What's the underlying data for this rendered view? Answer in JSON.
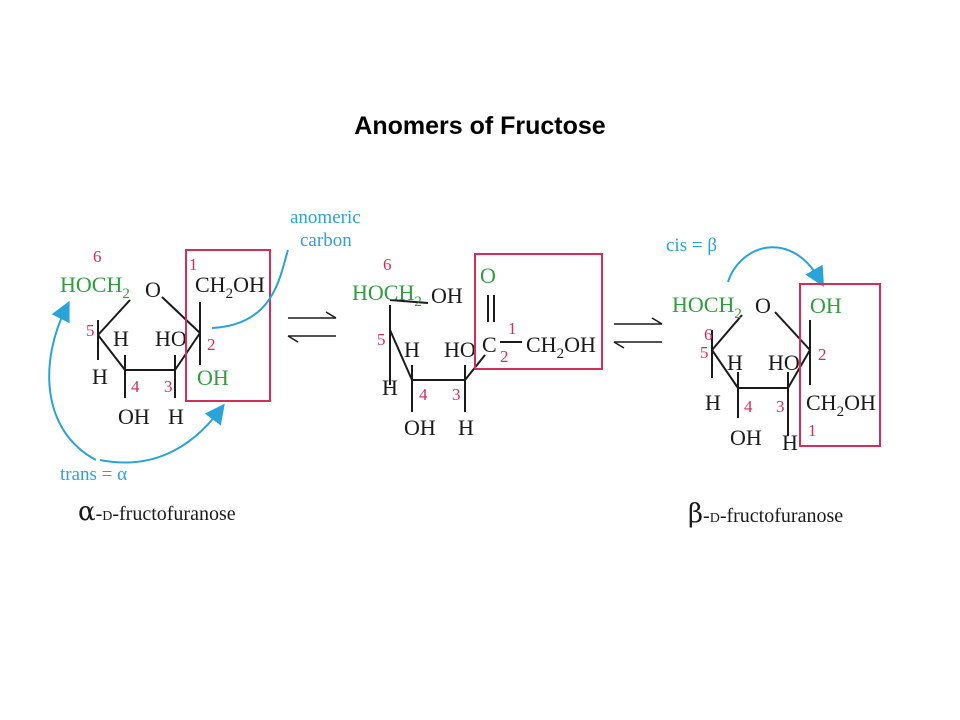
{
  "title": "Anomers of Fructose",
  "colors": {
    "green": "#2e9e3e",
    "red": "#d42d5a",
    "cyan": "#2aa3d8",
    "black": "#1a1a1a"
  },
  "labels": {
    "hoch": "HOCH",
    "sub2": "2",
    "o": "O",
    "ch2oh": "CH",
    "oh_tail": "OH",
    "oh": "OH",
    "h": "H",
    "ho": "HO",
    "c": "C"
  },
  "numbers": {
    "n1": "1",
    "n2": "2",
    "n3": "3",
    "n4": "4",
    "n5": "5",
    "n6": "6"
  },
  "annotations": {
    "anomeric_line1": "anomeric",
    "anomeric_line2": "carbon",
    "trans_prefix": "trans = ",
    "trans_greek": "α",
    "cis_prefix": "cis = ",
    "cis_greek": "β"
  },
  "captions": {
    "alpha_greek": "α",
    "beta_greek": "β",
    "dash1": "-",
    "d": "D",
    "rest": "-fructofuranose"
  }
}
